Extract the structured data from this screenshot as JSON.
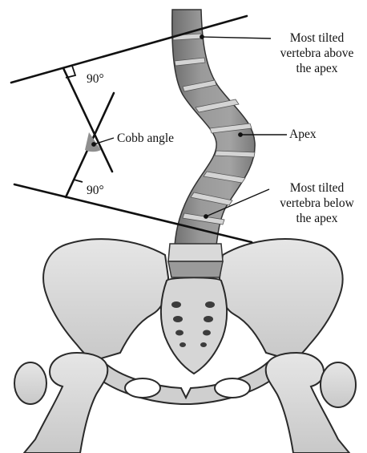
{
  "labels": {
    "above_apex": [
      "Most tilted",
      "vertebra above",
      "the apex"
    ],
    "apex": "Apex",
    "cobb_angle": "Cobb angle",
    "right_angle_top": "90°",
    "right_angle_bottom": "90°",
    "below_apex": [
      "Most tilted",
      "vertebra below",
      "the apex"
    ]
  },
  "colors": {
    "line": "#111111",
    "spine": "#8a8a8a",
    "spine_dark": "#6f6f6f",
    "disc": "#d2d2d2",
    "bone": "#dcdcdc",
    "bone_shadow": "#a9a9a9",
    "angle_fill": "#8f8f8f"
  }
}
